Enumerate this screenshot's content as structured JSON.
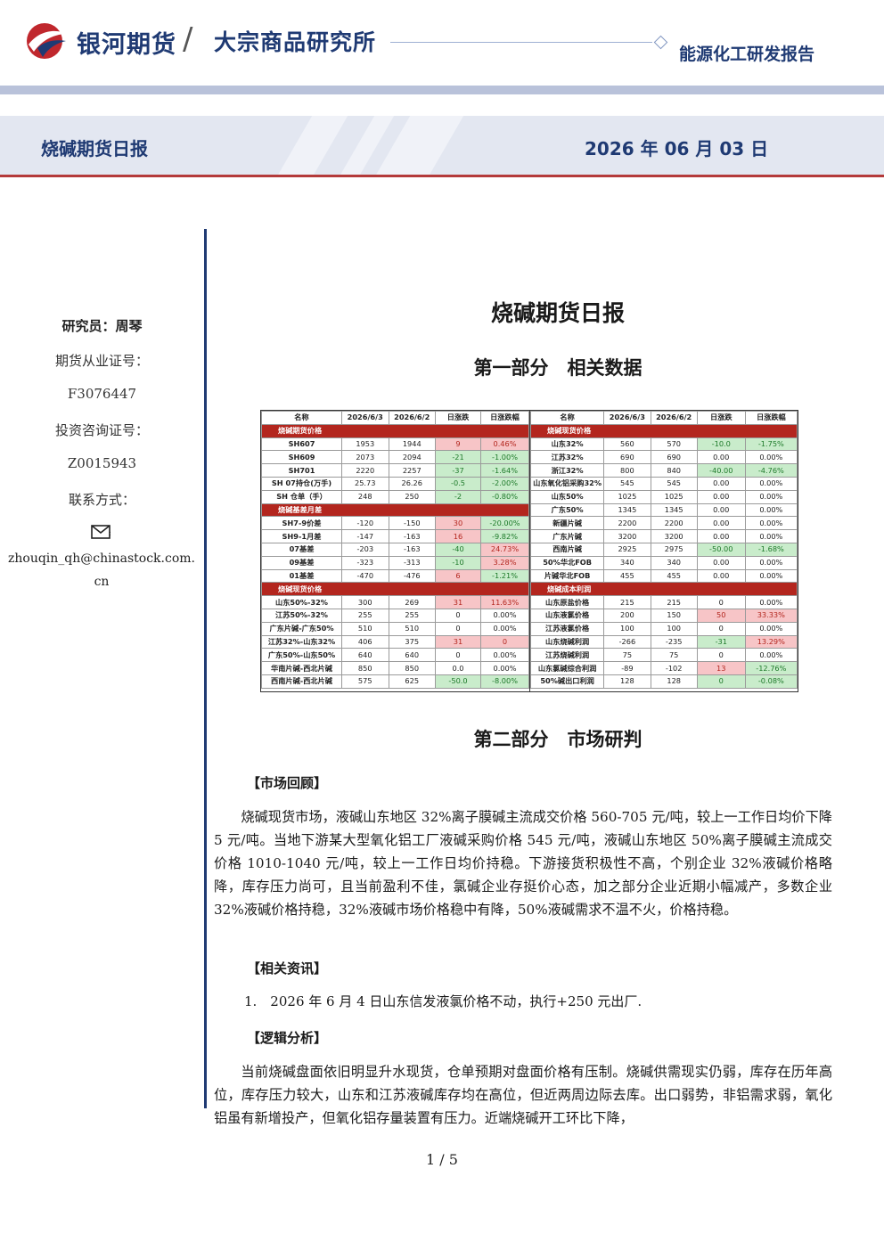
{
  "header": {
    "brand": "银河期货",
    "institute": "大宗商品研究所",
    "report_type": "能源化工研发报告",
    "daily_title": "烧碱期货日报",
    "date": "2026 年 06 月 03 日"
  },
  "sidebar": {
    "researcher": "研究员：周琴",
    "license_label": "期货从业证号：",
    "license_no": "F3076447",
    "consult_label": "投资咨询证号：",
    "consult_no": "Z0015943",
    "contact_label": "联系方式：",
    "email": "zhouqin_qh@chinastock.com.cn"
  },
  "main": {
    "title": "烧碱期货日报",
    "part1": "第一部分　相关数据",
    "part2": "第二部分　市场研判",
    "review_tag": "【市场回顾】",
    "review_text": "烧碱现货市场，液碱山东地区 32%离子膜碱主流成交价格 560-705 元/吨，较上一工作日均价下降 5 元/吨。当地下游某大型氧化铝工厂液碱采购价格 545 元/吨，液碱山东地区 50%离子膜碱主流成交价格 1010-1040 元/吨，较上一工作日均价持稳。下游接货积极性不高，个别企业 32%液碱价格略降，库存压力尚可，且当前盈利不佳，氯碱企业存挺价心态，加之部分企业近期小幅减产，多数企业 32%液碱价格持稳，32%液碱市场价格稳中有降，50%液碱需求不温不火，价格持稳。",
    "news_tag": "【相关资讯】",
    "news_items": [
      "1.　2026 年 6 月 4 日山东信发液氯价格不动，执行+250 元出厂."
    ],
    "logic_tag": "【逻辑分析】",
    "logic_text": "当前烧碱盘面依旧明显升水现货，仓单预期对盘面价格有压制。烧碱供需现实仍弱，库存在历年高位，库存压力较大，山东和江苏液碱库存均在高位，但近两周边际去库。出口弱势，非铝需求弱，氧化铝虽有新增投产，但氧化铝存量装置有压力。近端烧碱开工环比下降，"
  },
  "table_left": {
    "headers": [
      "名称",
      "2026/6/3",
      "2026/6/2",
      "日涨跌",
      "日涨跌幅"
    ],
    "rows": [
      {
        "section": "烧碱期货价格"
      },
      {
        "cells": [
          "SH607",
          "1953",
          "1944",
          "9",
          "0.46%"
        ],
        "dir": "up"
      },
      {
        "cells": [
          "SH609",
          "2073",
          "2094",
          "-21",
          "-1.00%"
        ],
        "dir": "dn"
      },
      {
        "cells": [
          "SH701",
          "2220",
          "2257",
          "-37",
          "-1.64%"
        ],
        "dir": "dn"
      },
      {
        "cells": [
          "SH 07持仓(万手)",
          "25.73",
          "26.26",
          "-0.5",
          "-2.00%"
        ],
        "dir": "dn"
      },
      {
        "cells": [
          "SH 仓单（手）",
          "248",
          "250",
          "-2",
          "-0.80%"
        ],
        "dir": "dn"
      },
      {
        "section": "烧碱基差月差"
      },
      {
        "cells": [
          "SH7-9价差",
          "-120",
          "-150",
          "30",
          "-20.00%"
        ],
        "dir": "mix1"
      },
      {
        "cells": [
          "SH9-1月差",
          "-147",
          "-163",
          "16",
          "-9.82%"
        ],
        "dir": "mix1"
      },
      {
        "cells": [
          "07基差",
          "-203",
          "-163",
          "-40",
          "24.73%"
        ],
        "dir": "mix2"
      },
      {
        "cells": [
          "09基差",
          "-323",
          "-313",
          "-10",
          "3.28%"
        ],
        "dir": "mix2"
      },
      {
        "cells": [
          "01基差",
          "-470",
          "-476",
          "6",
          "-1.21%"
        ],
        "dir": "mix1"
      },
      {
        "section": "烧碱现货价格"
      },
      {
        "cells": [
          "山东50%-32%",
          "300",
          "269",
          "31",
          "11.63%"
        ],
        "dir": "up"
      },
      {
        "cells": [
          "江苏50%-32%",
          "255",
          "255",
          "0",
          "0.00%"
        ],
        "dir": "flat"
      },
      {
        "cells": [
          "广东片碱-广东50%",
          "510",
          "510",
          "0",
          "0.00%"
        ],
        "dir": "flat"
      },
      {
        "cells": [
          "江苏32%-山东32%",
          "406",
          "375",
          "31",
          "0"
        ],
        "dir": "up"
      },
      {
        "cells": [
          "广东50%-山东50%",
          "640",
          "640",
          "0",
          "0.00%"
        ],
        "dir": "flat"
      },
      {
        "cells": [
          "华南片碱-西北片碱",
          "850",
          "850",
          "0.0",
          "0.00%"
        ],
        "dir": "flat"
      },
      {
        "cells": [
          "西南片碱-西北片碱",
          "575",
          "625",
          "-50.0",
          "-8.00%"
        ],
        "dir": "dn"
      }
    ]
  },
  "table_right": {
    "headers": [
      "名称",
      "2026/6/3",
      "2026/6/2",
      "日涨跌",
      "日涨跌幅"
    ],
    "rows": [
      {
        "section": "烧碱现货价格"
      },
      {
        "cells": [
          "山东32%",
          "560",
          "570",
          "-10.0",
          "-1.75%"
        ],
        "dir": "dn"
      },
      {
        "cells": [
          "江苏32%",
          "690",
          "690",
          "0.00",
          "0.00%"
        ],
        "dir": "flat"
      },
      {
        "cells": [
          "浙江32%",
          "800",
          "840",
          "-40.00",
          "-4.76%"
        ],
        "dir": "dn"
      },
      {
        "cells": [
          "山东氧化铝采购32%",
          "545",
          "545",
          "0.00",
          "0.00%"
        ],
        "dir": "flat"
      },
      {
        "cells": [
          "山东50%",
          "1025",
          "1025",
          "0.00",
          "0.00%"
        ],
        "dir": "flat"
      },
      {
        "cells": [
          "广东50%",
          "1345",
          "1345",
          "0.00",
          "0.00%"
        ],
        "dir": "flat"
      },
      {
        "cells": [
          "新疆片碱",
          "2200",
          "2200",
          "0.00",
          "0.00%"
        ],
        "dir": "flat"
      },
      {
        "cells": [
          "广东片碱",
          "3200",
          "3200",
          "0.00",
          "0.00%"
        ],
        "dir": "flat"
      },
      {
        "cells": [
          "西南片碱",
          "2925",
          "2975",
          "-50.00",
          "-1.68%"
        ],
        "dir": "dn"
      },
      {
        "cells": [
          "50%华北FOB",
          "340",
          "340",
          "0.00",
          "0.00%"
        ],
        "dir": "flat"
      },
      {
        "cells": [
          "片碱华北FOB",
          "455",
          "455",
          "0.00",
          "0.00%"
        ],
        "dir": "flat"
      },
      {
        "section": "烧碱成本利润"
      },
      {
        "cells": [
          "山东原盐价格",
          "215",
          "215",
          "0",
          "0.00%"
        ],
        "dir": "flat"
      },
      {
        "cells": [
          "山东液氯价格",
          "200",
          "150",
          "50",
          "33.33%"
        ],
        "dir": "up"
      },
      {
        "cells": [
          "江苏液氯价格",
          "100",
          "100",
          "0",
          "0.00%"
        ],
        "dir": "flat"
      },
      {
        "cells": [
          "山东烧碱利润",
          "-266",
          "-235",
          "-31",
          "13.29%"
        ],
        "dir": "mix3"
      },
      {
        "cells": [
          "江苏烧碱利润",
          "75",
          "75",
          "0",
          "0.00%"
        ],
        "dir": "flat"
      },
      {
        "cells": [
          "山东氯碱综合利润",
          "-89",
          "-102",
          "13",
          "-12.76%"
        ],
        "dir": "mix1"
      },
      {
        "cells": [
          "50%碱出口利润",
          "128",
          "128",
          "0",
          "-0.08%"
        ],
        "dir": "mix4"
      }
    ]
  },
  "footer": {
    "page": "1 / 5"
  },
  "colors": {
    "brand_blue": "#1f3a73",
    "brand_red": "#c0272d",
    "up": "#f7c5c7",
    "down": "#c9eccb"
  }
}
